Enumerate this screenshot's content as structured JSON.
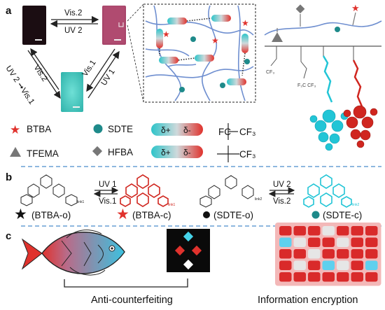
{
  "panels": {
    "a": {
      "letter": "a",
      "arrow_vis2": "Vis.2",
      "arrow_uv2": "UV 2",
      "arrow_uv2_vis1": "UV 2 ➞Vis.1",
      "arrow_vis1": "Vis.1",
      "arrow_uv1": "UV 1",
      "legend": {
        "btba": "BTBA",
        "sdte": "SDTE",
        "tfema": "TFEMA",
        "hfba": "HFBA",
        "dipole_plus": "δ+",
        "dipole_minus": "δ-",
        "fc": "FC",
        "cf3": "CF₃"
      }
    },
    "b": {
      "letter": "b",
      "arrow_uv1": "UV 1",
      "arrow_vis1": "Vis.1",
      "arrow_uv2": "UV 2",
      "arrow_vis2": "Vis.2",
      "link1_label": "link1",
      "link2_label": "link2",
      "labels": {
        "btba_o": "(BTBA-o)",
        "btba_c": "(BTBA-c)",
        "sdte_o": "(SDTE-o)",
        "sdte_c": "(SDTE-c)"
      }
    },
    "c": {
      "letter": "c",
      "caption_left": "Anti-counterfeiting",
      "caption_right": "Information encryption",
      "grid": {
        "rows": [
          [
            "r",
            "r",
            "r",
            "w",
            "r",
            "r",
            "r"
          ],
          [
            "c",
            "w",
            "r",
            "r",
            "w",
            "r",
            "r"
          ],
          [
            "r",
            "r",
            "w",
            "r",
            "r",
            "r",
            "r"
          ],
          [
            "r",
            "w",
            "r",
            "c",
            "w",
            "r",
            "c"
          ],
          [
            "r",
            "r",
            "r",
            "r",
            "r",
            "r",
            "r"
          ]
        ],
        "colors": {
          "r": "#d92a2a",
          "w": "#e6e6e6",
          "c": "#5fd0ee"
        }
      }
    }
  }
}
